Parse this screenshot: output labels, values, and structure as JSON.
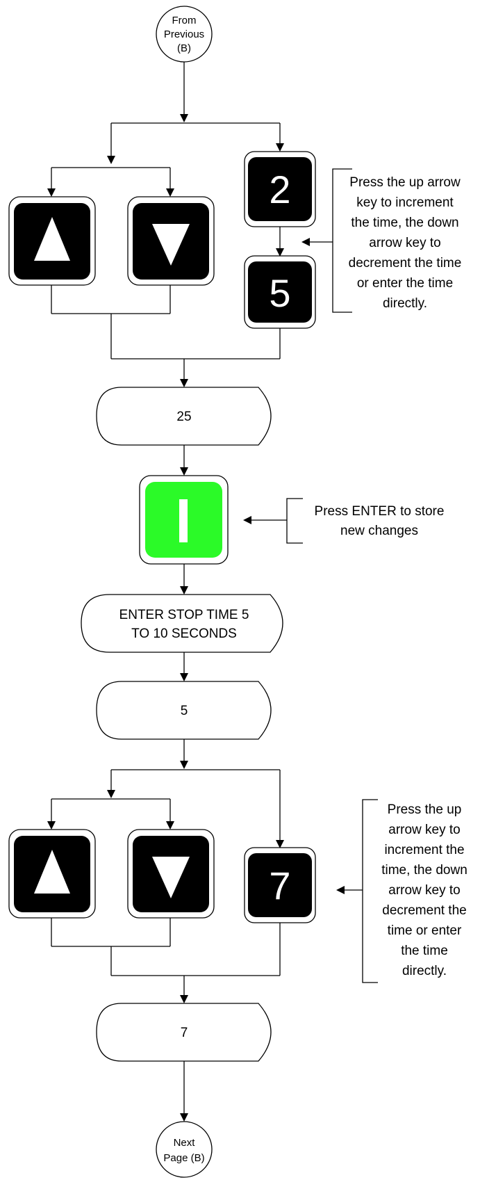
{
  "start_terminal": {
    "line1": "From",
    "line2": "Previous",
    "line3": "(B)"
  },
  "keys": {
    "up_arrow": "up-arrow-key",
    "down_arrow": "down-arrow-key",
    "digit_2": "2",
    "digit_5": "5",
    "enter": "enter-key",
    "digit_7": "7"
  },
  "note_top": {
    "lines": [
      "Press the up arrow",
      "key to increment",
      "the time, the down",
      "arrow key to",
      "decrement the time",
      "or enter the time",
      "directly."
    ]
  },
  "display_1": "25",
  "note_enter": {
    "lines": [
      "Press ENTER to store",
      "new changes"
    ]
  },
  "display_prompt": {
    "line1": "ENTER STOP TIME 5",
    "line2": "TO 10 SECONDS"
  },
  "display_2": "5",
  "note_bottom": {
    "lines": [
      "Press the up",
      "arrow key to",
      "increment the",
      "time, the down",
      "arrow key to",
      "decrement the",
      "time or enter",
      "the time",
      "directly."
    ]
  },
  "display_3": "7",
  "end_terminal": {
    "line1": "Next",
    "line2": "Page (B)"
  },
  "colors": {
    "enter_key": "#2bfa28",
    "key_face": "#000000"
  }
}
